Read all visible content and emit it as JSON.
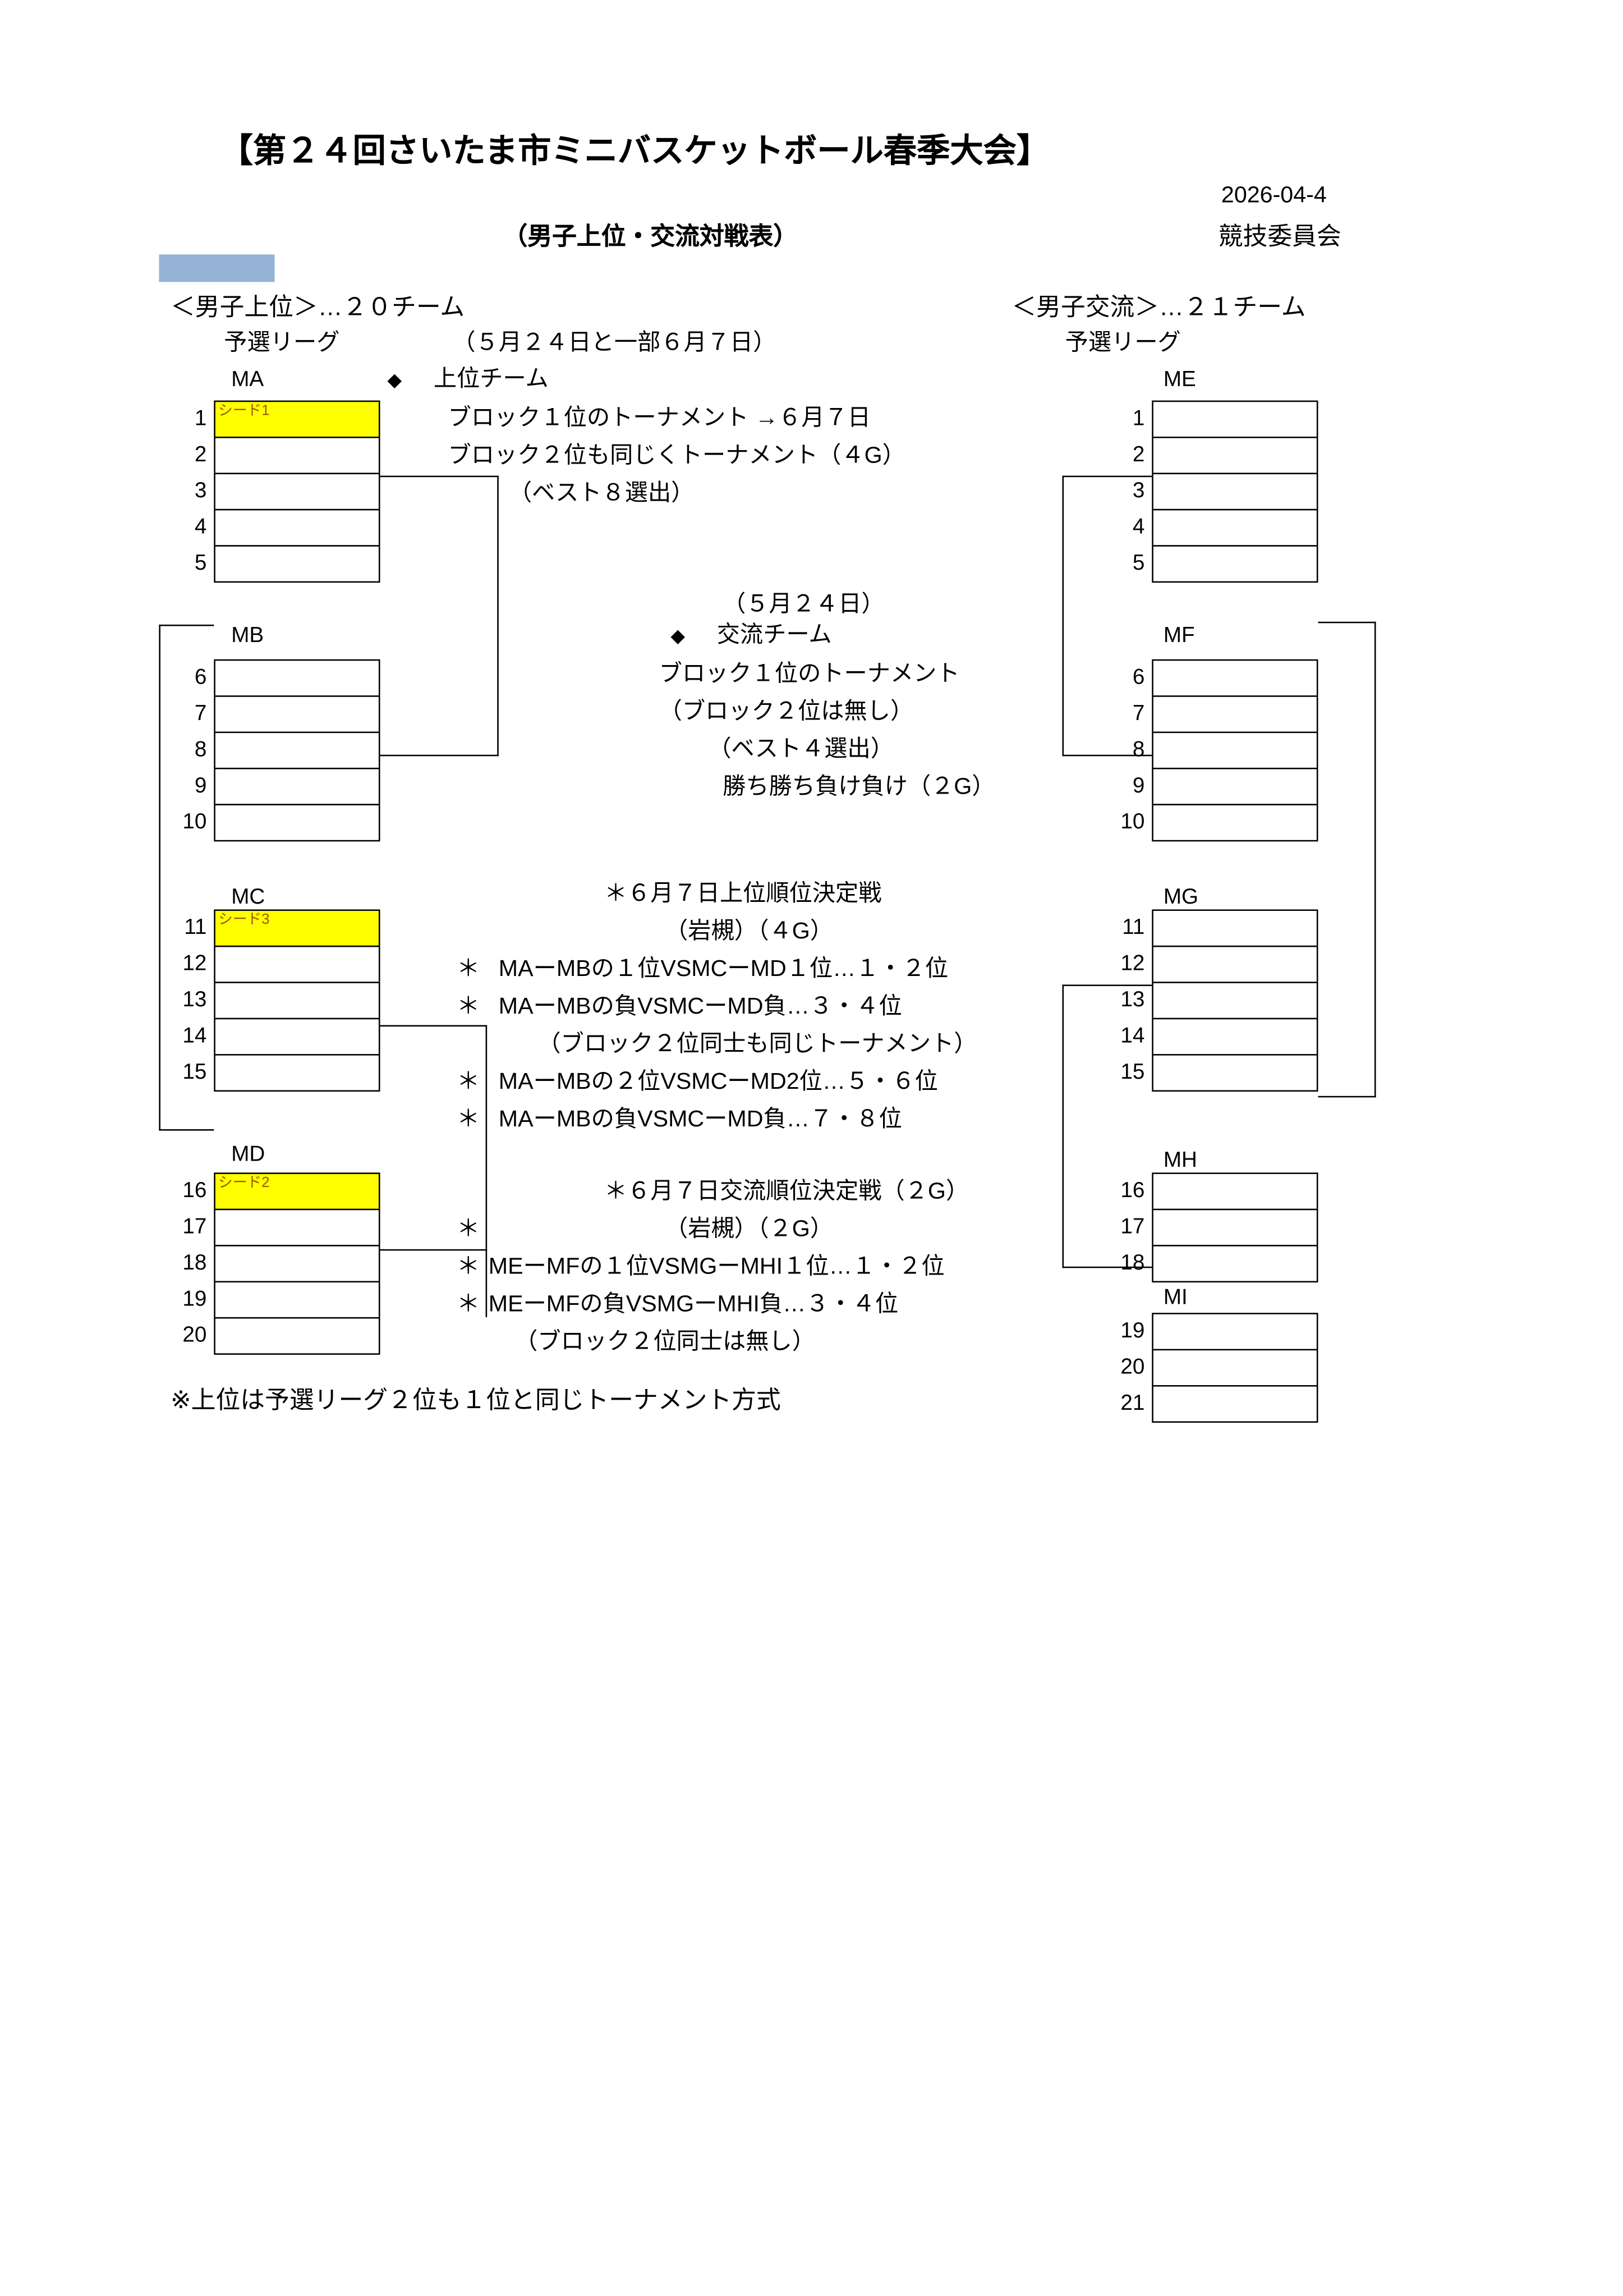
{
  "header": {
    "title": "【第２４回さいたま市ミニバスケットボール春季大会】",
    "date": "2026-04-4",
    "subtitle": "（男子上位・交流対戦表）",
    "committee": "競技委員会"
  },
  "colors": {
    "seed_cell_bg": "#FFFF00",
    "seed_text": "#9C5700",
    "blue_box": "#95B3D7"
  },
  "left_section": {
    "heading": "＜男子上位＞…２０チーム",
    "league": "予選リーグ",
    "blocks": [
      {
        "label": "MA",
        "rows": [
          {
            "num": "1",
            "seed": "シード1",
            "value": ""
          },
          {
            "num": "2",
            "value": ""
          },
          {
            "num": "3",
            "value": ""
          },
          {
            "num": "4",
            "value": ""
          },
          {
            "num": "5",
            "value": ""
          }
        ]
      },
      {
        "label": "MB",
        "rows": [
          {
            "num": "6",
            "value": ""
          },
          {
            "num": "7",
            "value": ""
          },
          {
            "num": "8",
            "value": ""
          },
          {
            "num": "9",
            "value": ""
          },
          {
            "num": "10",
            "value": ""
          }
        ]
      },
      {
        "label": "MC",
        "rows": [
          {
            "num": "11",
            "seed": "シード3",
            "value": ""
          },
          {
            "num": "12",
            "value": ""
          },
          {
            "num": "13",
            "value": ""
          },
          {
            "num": "14",
            "value": ""
          },
          {
            "num": "15",
            "value": ""
          }
        ]
      },
      {
        "label": "MD",
        "rows": [
          {
            "num": "16",
            "seed": "シード2",
            "value": ""
          },
          {
            "num": "17",
            "value": ""
          },
          {
            "num": "18",
            "value": ""
          },
          {
            "num": "19",
            "value": ""
          },
          {
            "num": "20",
            "value": ""
          }
        ]
      }
    ]
  },
  "right_section": {
    "heading": "＜男子交流＞…２１チーム",
    "league": "予選リーグ",
    "blocks": [
      {
        "label": "ME",
        "rows": [
          {
            "num": "1",
            "value": ""
          },
          {
            "num": "2",
            "value": ""
          },
          {
            "num": "3",
            "value": ""
          },
          {
            "num": "4",
            "value": ""
          },
          {
            "num": "5",
            "value": ""
          }
        ]
      },
      {
        "label": "MF",
        "rows": [
          {
            "num": "6",
            "value": ""
          },
          {
            "num": "7",
            "value": ""
          },
          {
            "num": "8",
            "value": ""
          },
          {
            "num": "9",
            "value": ""
          },
          {
            "num": "10",
            "value": ""
          }
        ]
      },
      {
        "label": "MG",
        "rows": [
          {
            "num": "11",
            "value": ""
          },
          {
            "num": "12",
            "value": ""
          },
          {
            "num": "13",
            "value": ""
          },
          {
            "num": "14",
            "value": ""
          },
          {
            "num": "15",
            "value": ""
          }
        ]
      },
      {
        "label": "MH",
        "rows": [
          {
            "num": "16",
            "value": ""
          },
          {
            "num": "17",
            "value": ""
          },
          {
            "num": "18",
            "value": ""
          }
        ]
      },
      {
        "label": "MI",
        "rows": [
          {
            "num": "19",
            "value": ""
          },
          {
            "num": "20",
            "value": ""
          },
          {
            "num": "21",
            "value": ""
          }
        ]
      }
    ]
  },
  "notes": {
    "schedule": "（５月２４日と一部６月７日）",
    "diamond": "◆",
    "upper_team": "上位チーム",
    "upper_line1": "ブロック１位のトーナメント →６月７日",
    "upper_line2": "ブロック２位も同じくトーナメント（４G）",
    "upper_line3": "（ベスト８選出）",
    "date_524": "（５月２４日）",
    "exchange_team": "交流チーム",
    "ex_line1": "ブロック１位のトーナメント",
    "ex_line2": "（ブロック２位は無し）",
    "ex_line3": "（ベスト４選出）",
    "ex_line4": "勝ち勝ち負け負け（２G）",
    "star": "＊",
    "upper_final_title": "＊６月７日上位順位決定戦",
    "upper_final_loc": "（岩槻）（４G）",
    "uf_line1": "MAーMBの１位VSMCーMD１位…１・２位",
    "uf_line2": "MAーMBの負VSMCーMD負…３・４位",
    "uf_line3": "（ブロック２位同士も同じトーナメント）",
    "uf_line4": "MAーMBの２位VSMCーMD2位…５・６位",
    "uf_line5": "MAーMBの負VSMCーMD負…７・８位",
    "ex_final_title": "＊６月７日交流順位決定戦（２G）",
    "ex_final_loc": "（岩槻）（２G）",
    "ef_line1": "MEーMFの１位VSMGーMHI１位…１・２位",
    "ef_line2": "MEーMFの負VSMGーMHI負…３・４位",
    "ef_line3": "（ブロック２位同士は無し）",
    "footnote": "※上位は予選リーグ２位も１位と同じトーナメント方式"
  }
}
